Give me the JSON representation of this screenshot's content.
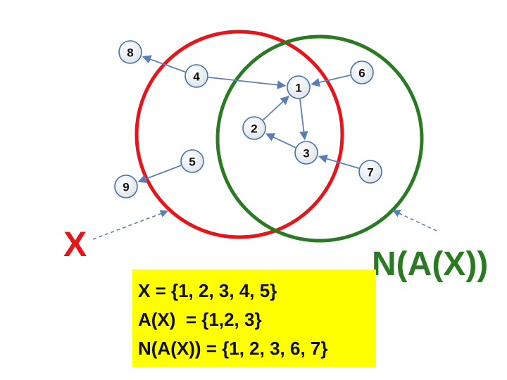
{
  "diagram": {
    "sets": [
      {
        "id": "X",
        "label": "X",
        "color": "#e8141a"
      },
      {
        "id": "NAX",
        "label": "N(A(X))",
        "color": "#2a7a24"
      }
    ],
    "nodes": [
      "1",
      "2",
      "3",
      "4",
      "5",
      "6",
      "7",
      "8",
      "9"
    ],
    "edges": [
      {
        "from": "4",
        "to": "8"
      },
      {
        "from": "4",
        "to": "1"
      },
      {
        "from": "6",
        "to": "1"
      },
      {
        "from": "1",
        "to": "3"
      },
      {
        "from": "3",
        "to": "2"
      },
      {
        "from": "2",
        "to": "1"
      },
      {
        "from": "7",
        "to": "3"
      },
      {
        "from": "5",
        "to": "9"
      }
    ]
  },
  "info": {
    "line1": "X = {1, 2, 3, 4, 5}",
    "line2": "A(X)  = {1,2, 3}",
    "line3": "N(A(X)) = {1, 2, 3, 6, 7}",
    "background": "#ffff00"
  }
}
